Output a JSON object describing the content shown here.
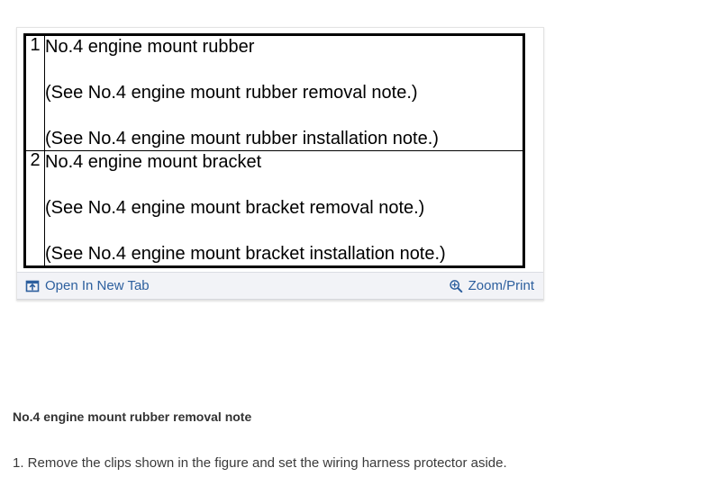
{
  "figure": {
    "table": {
      "rows": [
        {
          "index": "1",
          "lines": [
            "No.4 engine mount rubber",
            "(See No.4 engine mount rubber removal note.)",
            "(See No.4 engine mount rubber installation note.)"
          ]
        },
        {
          "index": "2",
          "lines": [
            "No.4 engine mount bracket",
            "(See No.4 engine mount bracket removal note.)",
            "(See No.4 engine mount bracket installation note.)"
          ]
        }
      ]
    },
    "toolbar": {
      "open_new_tab_label": "Open In New Tab",
      "open_new_tab_icon": "open-in-new-tab-icon",
      "zoom_print_label": "Zoom/Print",
      "zoom_print_icon": "magnifier-plus-icon",
      "link_color": "#2d5f9e",
      "background_color": "#f2f3f7"
    }
  },
  "content": {
    "heading": "No.4 engine mount rubber removal note",
    "step_1": "1. Remove the clips shown in the figure and set the wiring harness protector aside."
  }
}
